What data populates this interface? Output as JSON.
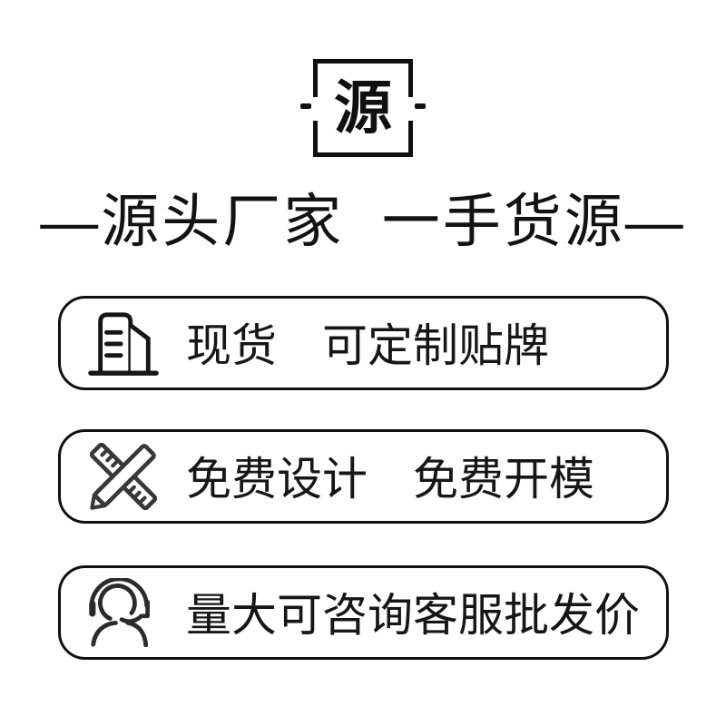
{
  "logo": {
    "character": "源"
  },
  "headline": {
    "text": "—源头厂家  一手货源—"
  },
  "banners": [
    {
      "icon": "factory-building-icon",
      "text": "现货　可定制贴牌"
    },
    {
      "icon": "ruler-pencil-icon",
      "text": "免费设计　免费开模"
    },
    {
      "icon": "customer-service-headset-icon",
      "text": "量大可咨询客服批发价"
    }
  ],
  "colors": {
    "ink": "#101010",
    "icon_gray": "#383838",
    "background": "#ffffff"
  }
}
